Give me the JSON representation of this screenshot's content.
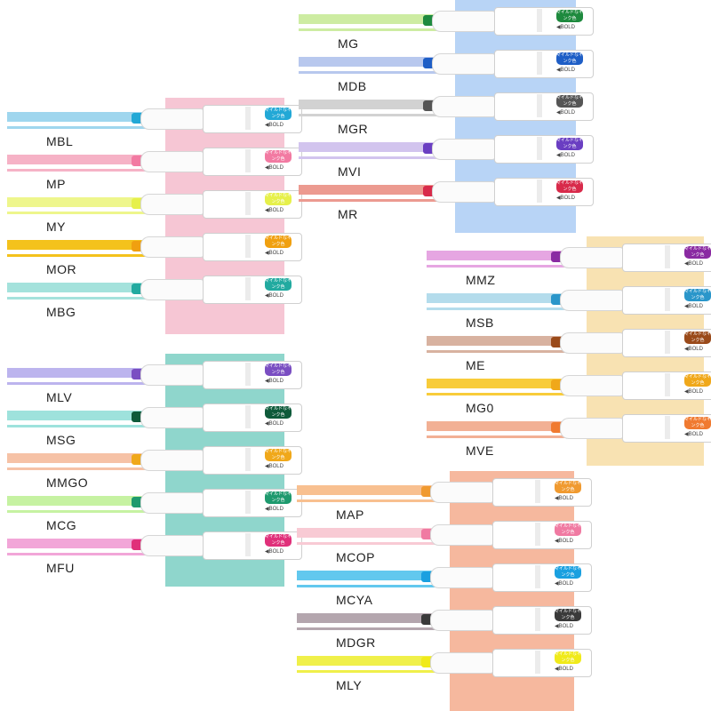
{
  "colors": {
    "pink_panel": "#f6c6d4",
    "blue_panel": "#b8d4f6",
    "yellow_panel": "#f8e2b2",
    "mint_panel": "#8fd6cc",
    "peach_panel": "#f6b89e"
  },
  "pen_label": {
    "bold": "◀BOLD",
    "jp": "マイルドなインク色"
  },
  "groups": [
    {
      "panel_color": "#f6c6d4",
      "items": [
        {
          "code": "MBL",
          "color": "#9fd6ee",
          "tip": "#22a8d6"
        },
        {
          "code": "MP",
          "color": "#f6b2c6",
          "tip": "#f27aa2"
        },
        {
          "code": "MY",
          "color": "#eef68c",
          "tip": "#e6f04a"
        },
        {
          "code": "MOR",
          "color": "#f4c21c",
          "tip": "#f0a010"
        },
        {
          "code": "MBG",
          "color": "#a4e2dc",
          "tip": "#22aaa0"
        }
      ]
    },
    {
      "panel_color": "#b8d4f6",
      "items": [
        {
          "code": "MG",
          "color": "#cdeca2",
          "tip": "#1e8a3e"
        },
        {
          "code": "MDB",
          "color": "#b8c8ee",
          "tip": "#1e5ec6"
        },
        {
          "code": "MGR",
          "color": "#d2d2d2",
          "tip": "#555555"
        },
        {
          "code": "MVI",
          "color": "#d2c4ee",
          "tip": "#6a3ec2"
        },
        {
          "code": "MR",
          "color": "#ec9a90",
          "tip": "#d82a4a"
        }
      ]
    },
    {
      "panel_color": "#f8e2b2",
      "items": [
        {
          "code": "MMZ",
          "color": "#e6a6e2",
          "tip": "#8a2aa2"
        },
        {
          "code": "MSB",
          "color": "#b4dcec",
          "tip": "#2a96ca"
        },
        {
          "code": "ME",
          "color": "#d8b2a0",
          "tip": "#9a4a1a"
        },
        {
          "code": "MG0",
          "color": "#f8cc3a",
          "tip": "#f0a81a"
        },
        {
          "code": "MVE",
          "color": "#f2b094",
          "tip": "#f07a30"
        }
      ]
    },
    {
      "panel_color": "#8fd6cc",
      "items": [
        {
          "code": "MLV",
          "color": "#bcb4ee",
          "tip": "#7a4ec2"
        },
        {
          "code": "MSG",
          "color": "#9ee2dc",
          "tip": "#0e5a3a"
        },
        {
          "code": "MMGO",
          "color": "#f6c2a6",
          "tip": "#f0a81a"
        },
        {
          "code": "MCG",
          "color": "#c6f2a2",
          "tip": "#1e9a6e"
        },
        {
          "code": "MFU",
          "color": "#f2a6d8",
          "tip": "#e0307a"
        }
      ]
    },
    {
      "panel_color": "#f6b89e",
      "items": [
        {
          "code": "MAP",
          "color": "#f8c090",
          "tip": "#f09a30"
        },
        {
          "code": "MCOP",
          "color": "#f8cad4",
          "tip": "#f07aa2"
        },
        {
          "code": "MCYA",
          "color": "#62c8ee",
          "tip": "#1aa0e0"
        },
        {
          "code": "MDGR",
          "color": "#b4a6ae",
          "tip": "#3a3a3a"
        },
        {
          "code": "MLY",
          "color": "#f0f04a",
          "tip": "#f0ea1a"
        }
      ]
    }
  ]
}
